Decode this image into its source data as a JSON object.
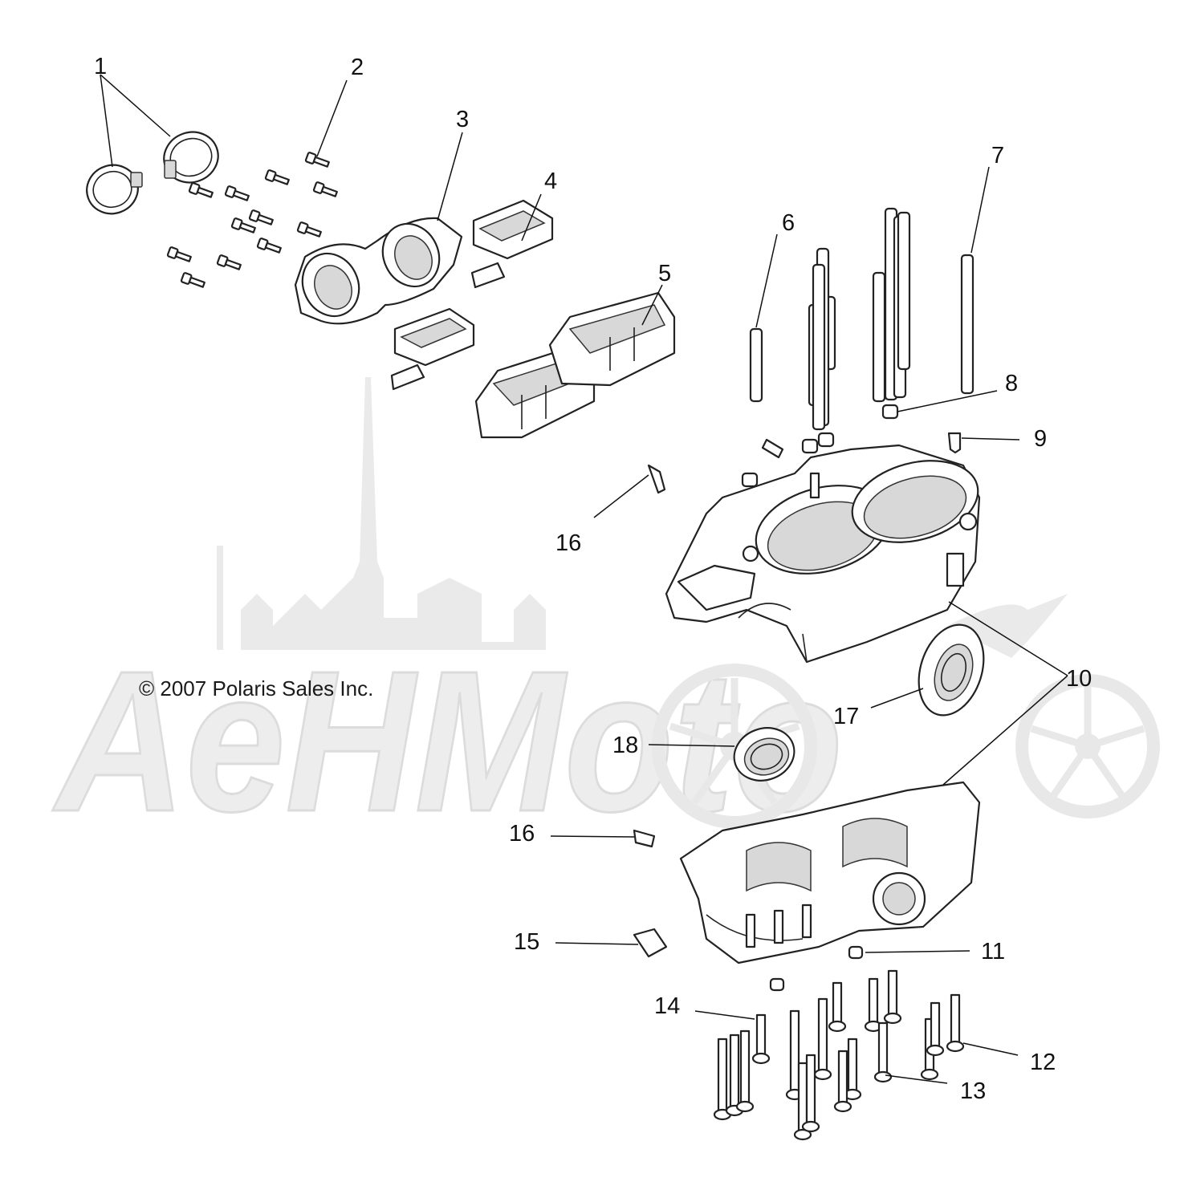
{
  "copyright": "© 2007 Polaris Sales Inc.",
  "watermark": {
    "brand_text": "AeHMoto",
    "color": "#e6e6e6"
  },
  "callouts": [
    {
      "id": "callout-1",
      "label": "1"
    },
    {
      "id": "callout-2",
      "label": "2"
    },
    {
      "id": "callout-3",
      "label": "3"
    },
    {
      "id": "callout-4",
      "label": "4"
    },
    {
      "id": "callout-5",
      "label": "5"
    },
    {
      "id": "callout-6",
      "label": "6"
    },
    {
      "id": "callout-7",
      "label": "7"
    },
    {
      "id": "callout-8",
      "label": "8"
    },
    {
      "id": "callout-9",
      "label": "9"
    },
    {
      "id": "callout-10",
      "label": "10"
    },
    {
      "id": "callout-11",
      "label": "11"
    },
    {
      "id": "callout-12",
      "label": "12"
    },
    {
      "id": "callout-13",
      "label": "13"
    },
    {
      "id": "callout-14",
      "label": "14"
    },
    {
      "id": "callout-15",
      "label": "15"
    },
    {
      "id": "callout-16a",
      "label": "16"
    },
    {
      "id": "callout-16b",
      "label": "16"
    },
    {
      "id": "callout-17",
      "label": "17"
    },
    {
      "id": "callout-18",
      "label": "18"
    }
  ]
}
